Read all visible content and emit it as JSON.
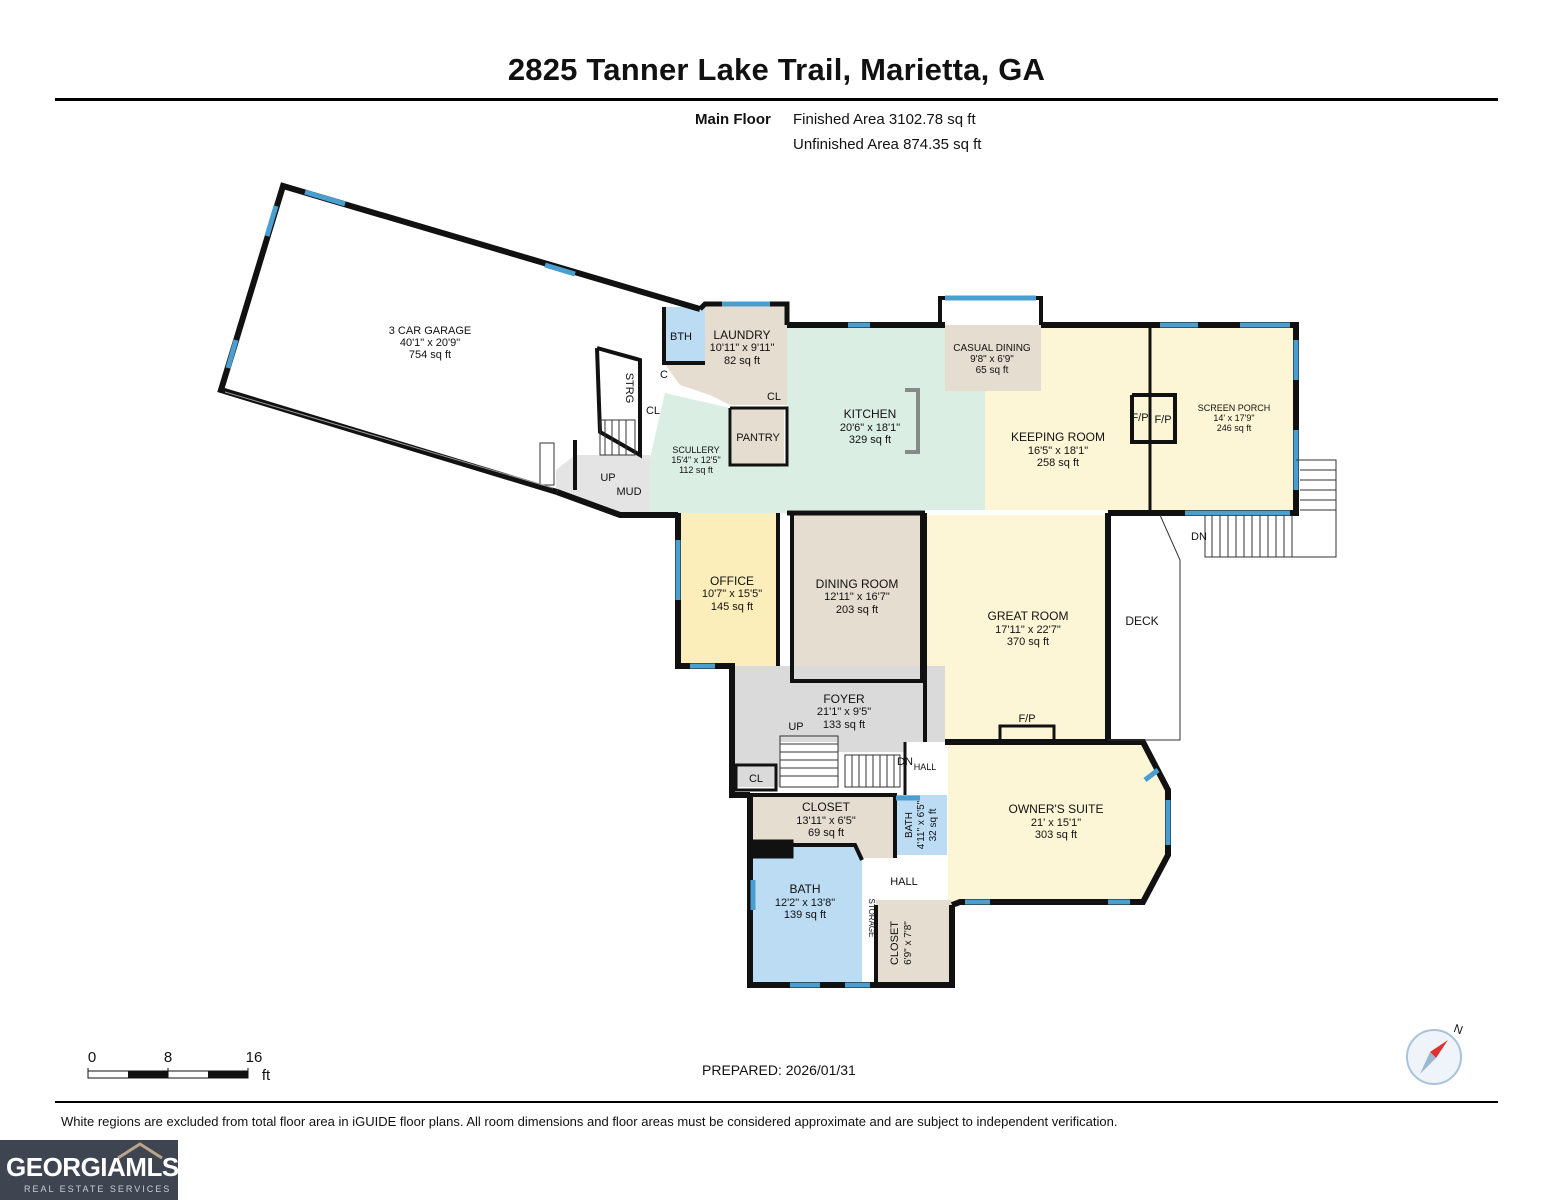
{
  "header": {
    "title": "2825 Tanner Lake Trail, Marietta, GA",
    "floor_label": "Main Floor",
    "finished_area": "Finished Area 3102.78 sq ft",
    "unfinished_area": "Unfinished Area 874.35 sq ft"
  },
  "rooms": {
    "garage": {
      "name": "3 CAR GARAGE",
      "dims": "40'1\" x 20'9\"",
      "area": "754 sq ft"
    },
    "bth": {
      "name": "BTH"
    },
    "laundry": {
      "name": "LAUNDRY",
      "dims": "10'11\" x 9'11\"",
      "area": "82 sq ft"
    },
    "kitchen": {
      "name": "KITCHEN",
      "dims": "20'6\" x 18'1\"",
      "area": "329 sq ft"
    },
    "casual_dining": {
      "name": "CASUAL DINING",
      "dims": "9'8\" x 6'9\"",
      "area": "65 sq ft"
    },
    "keeping_room": {
      "name": "KEEPING ROOM",
      "dims": "16'5\" x 18'1\"",
      "area": "258 sq ft"
    },
    "screen_porch": {
      "name": "SCREEN PORCH",
      "dims": "14' x 17'9\"",
      "area": "246 sq ft"
    },
    "strg": {
      "name": "STRG"
    },
    "c": {
      "name": "C"
    },
    "cl_laundry": {
      "name": "CL"
    },
    "cl_scullery": {
      "name": "CL"
    },
    "pantry": {
      "name": "PANTRY"
    },
    "scullery": {
      "name": "SCULLERY",
      "dims": "15'4\" x 12'5\"",
      "area": "112 sq ft"
    },
    "mud": {
      "name": "MUD"
    },
    "up_mud": {
      "name": "UP"
    },
    "fp1": {
      "name": "F/P"
    },
    "fp2": {
      "name": "F/P"
    },
    "dn_deck": {
      "name": "DN"
    },
    "deck": {
      "name": "DECK"
    },
    "office": {
      "name": "OFFICE",
      "dims": "10'7\" x 15'5\"",
      "area": "145 sq ft"
    },
    "dining_room": {
      "name": "DINING ROOM",
      "dims": "12'11\" x 16'7\"",
      "area": "203 sq ft"
    },
    "great_room": {
      "name": "GREAT ROOM",
      "dims": "17'11\" x 22'7\"",
      "area": "370 sq ft"
    },
    "fp_great": {
      "name": "F/P"
    },
    "foyer": {
      "name": "FOYER",
      "dims": "21'1\" x 9'5\"",
      "area": "133 sq ft"
    },
    "up_foyer": {
      "name": "UP"
    },
    "cl_foyer": {
      "name": "CL"
    },
    "dn_hall": {
      "name": "DN"
    },
    "hall_upper": {
      "name": "HALL"
    },
    "owners_suite": {
      "name": "OWNER'S SUITE",
      "dims": "21' x 15'1\"",
      "area": "303 sq ft"
    },
    "closet_big": {
      "name": "CLOSET",
      "dims": "13'11\" x 6'5\"",
      "area": "69 sq ft"
    },
    "bath_small": {
      "name": "BATH",
      "dims": "4'11\" x 6'5\"",
      "area": "32 sq ft"
    },
    "hall_lower": {
      "name": "HALL"
    },
    "bath": {
      "name": "BATH",
      "dims": "12'2\" x 13'8\"",
      "area": "139 sq ft"
    },
    "storage": {
      "name": "STORAGE"
    },
    "closet_small": {
      "name": "CLOSET",
      "dims": "6'9\" x 7'8\""
    }
  },
  "scale_bar": {
    "label_0": "0",
    "label_8": "8",
    "label_16": "16",
    "unit": "ft"
  },
  "prepared": "PREPARED: 2026/01/31",
  "disclaimer": "White regions are excluded from total floor area in iGUIDE floor plans. All room dimensions and floor areas must be considered approximate and are subject to independent verification.",
  "logo": {
    "main": "GEORGIAMLS",
    "sub": "REAL ESTATE SERVICES"
  },
  "compass": {
    "label": "N"
  },
  "colors": {
    "wall": "#111111",
    "window": "#4a9fd0",
    "kitchen": "#dbeee3",
    "bath": "#bcdcf3",
    "living": "#fdf6d6",
    "office": "#fbeebb",
    "taupe": "#e6ddd1",
    "grey": "#dadada"
  }
}
